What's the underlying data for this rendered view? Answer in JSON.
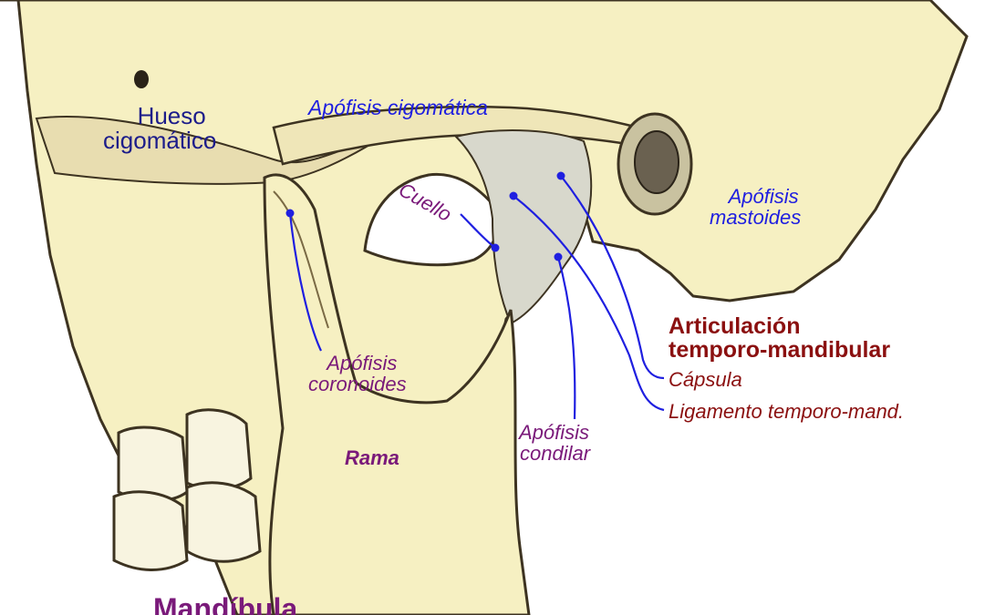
{
  "colors": {
    "bone": "#f6f0c2",
    "outline": "#3d3321",
    "leader": "#1f1fe0",
    "navy": "#1c1c8a",
    "purple": "#7a1a7a",
    "darkred": "#8b1010"
  },
  "labels": {
    "hueso_line1": "Hueso",
    "hueso_line2": "cigomático",
    "apofisis_cigomatica": "Apófisis cigomática",
    "cuello": "Cuello",
    "mastoides_line1": "Apófisis",
    "mastoides_line2": "mastoides",
    "articulacion_line1": "Articulación",
    "articulacion_line2": "temporo-mandibular",
    "capsula": "Cápsula",
    "ligamento": "Ligamento temporo-mand.",
    "coronoides_line1": "Apófisis",
    "coronoides_line2": "coronoides",
    "condilar_line1": "Apófisis",
    "condilar_line2": "condilar",
    "rama": "Rama",
    "mandibula": "Mandíbula"
  }
}
